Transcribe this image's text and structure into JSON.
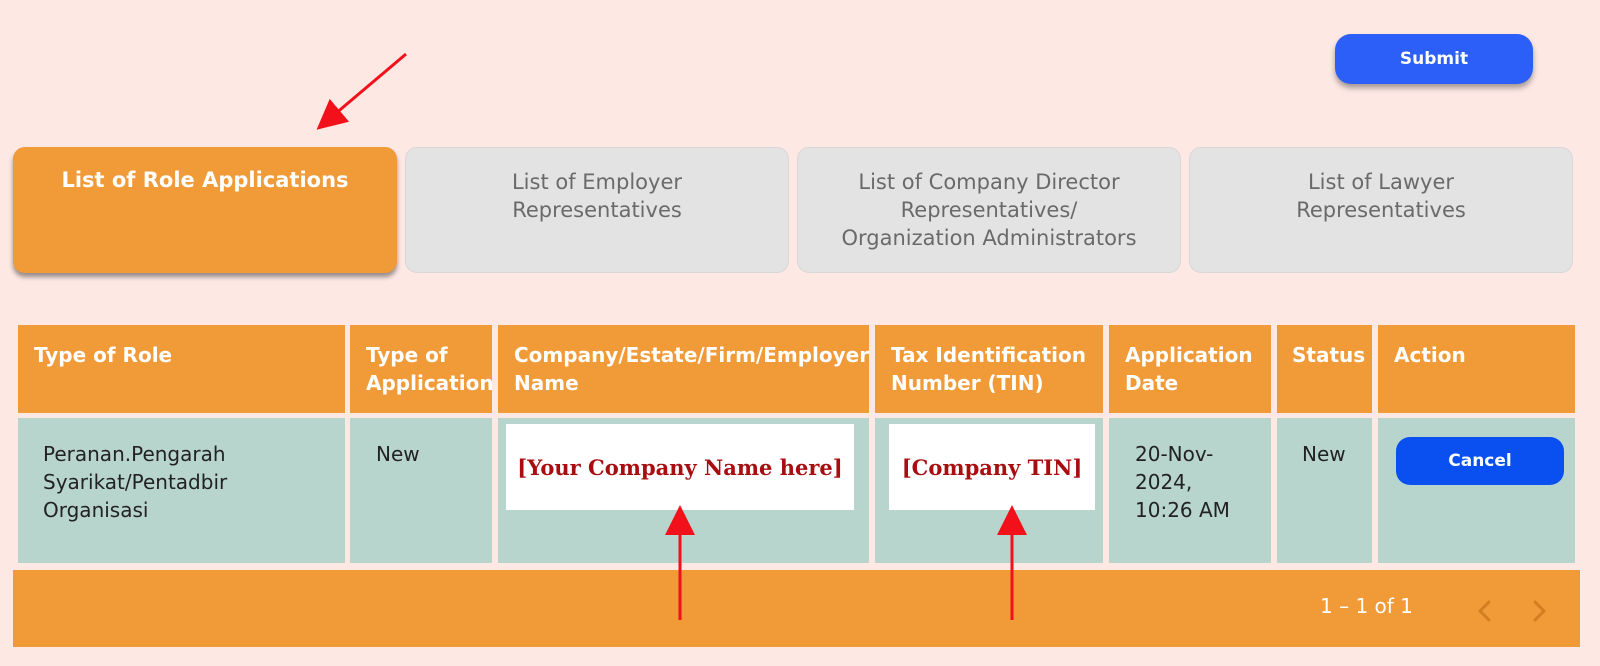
{
  "toolbar": {
    "submit_label": "Submit"
  },
  "tabs": [
    {
      "label": "List of Role Applications",
      "active": true
    },
    {
      "label_lines": [
        "List of Employer",
        "Representatives"
      ],
      "active": false
    },
    {
      "label_lines": [
        "List of Company Director",
        "Representatives/",
        "Organization Administrators"
      ],
      "active": false
    },
    {
      "label_lines": [
        "List of Lawyer",
        "Representatives"
      ],
      "active": false
    }
  ],
  "table": {
    "headers": [
      {
        "lines": [
          "Type of Role"
        ]
      },
      {
        "lines": [
          "Type of",
          "Application"
        ]
      },
      {
        "lines": [
          "Company/Estate/Firm/Employer",
          "Name"
        ]
      },
      {
        "lines": [
          "Tax Identification",
          "Number (TIN)"
        ]
      },
      {
        "lines": [
          "Application",
          "Date"
        ]
      },
      {
        "lines": [
          "Status"
        ]
      },
      {
        "lines": [
          "Action"
        ]
      }
    ],
    "rows": [
      {
        "role_lines": [
          "Peranan.Pengarah",
          "Syarikat/Pentadbir",
          "Organisasi"
        ],
        "application_type": "New",
        "company_name": "[Your Company Name here]",
        "tin": "[Company TIN]",
        "date_lines": [
          "20-Nov-",
          "2024,",
          "10:26 AM"
        ],
        "status": "New",
        "action_label": "Cancel"
      }
    ]
  },
  "pagination": {
    "range_text": "1 – 1 of 1"
  },
  "icons": {
    "prev": "chevron-left-icon",
    "next": "chevron-right-icon",
    "annotation_arrow": "red-arrow-icon"
  },
  "colors": {
    "accent_orange": "#f09a38",
    "button_blue": "#2b5ff7",
    "cancel_blue": "#0a50f0",
    "row_teal": "#b8d5cd",
    "annotation_red": "#a80e10",
    "page_bg": "#fde8e4"
  }
}
